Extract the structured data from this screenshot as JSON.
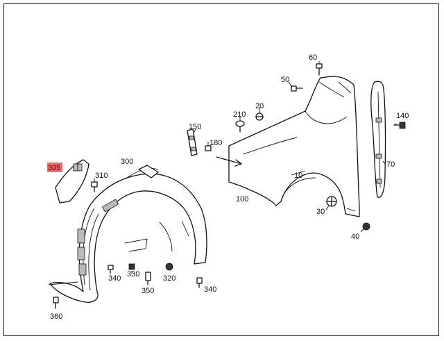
{
  "diagram": {
    "highlight_color": "#f26a6a",
    "line_color": "#111111",
    "highlighted_callout": "305",
    "callouts": {
      "c10": "10",
      "c20": "20",
      "c30": "30",
      "c40": "40",
      "c50": "50",
      "c60": "60",
      "c70": "70",
      "c100": "100",
      "c140": "140",
      "c150": "150",
      "c180": "180",
      "c210": "210",
      "c300": "300",
      "c305": "305",
      "c310": "310",
      "c320": "320",
      "c330": "330",
      "c340a": "340",
      "c340b": "340",
      "c350": "350",
      "c360": "360"
    }
  }
}
